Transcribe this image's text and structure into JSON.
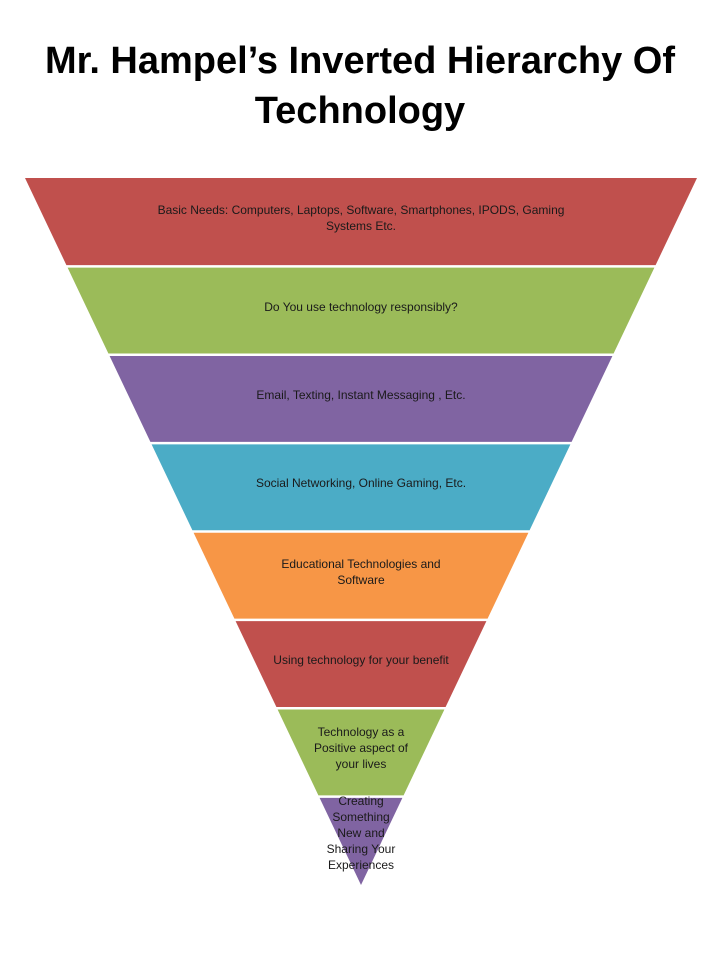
{
  "title": "Mr. Hampel’s Inverted Hierarchy Of Technology",
  "diagram": {
    "type": "inverted-pyramid",
    "tiers": [
      {
        "label": "Basic Needs: Computers, Laptops,  Software, Smartphones, IPODS, Gaming Systems Etc.",
        "color": "#C0504D"
      },
      {
        "label": "Do You use technology responsibly?",
        "color": "#9BBB59"
      },
      {
        "label": "Email, Texting, Instant Messaging , Etc.",
        "color": "#8064A2"
      },
      {
        "label": "Social Networking, Online Gaming, Etc.",
        "color": "#4BACC6"
      },
      {
        "label": "Educational Technologies and Software",
        "color": "#F79646"
      },
      {
        "label": "Using technology for your benefit",
        "color": "#C0504D"
      },
      {
        "label": "Technology as a Positive aspect of your lives",
        "color": "#9BBB59"
      },
      {
        "label": "Creating Something New and Sharing  Your Experiences",
        "color": "#8064A2"
      }
    ]
  }
}
